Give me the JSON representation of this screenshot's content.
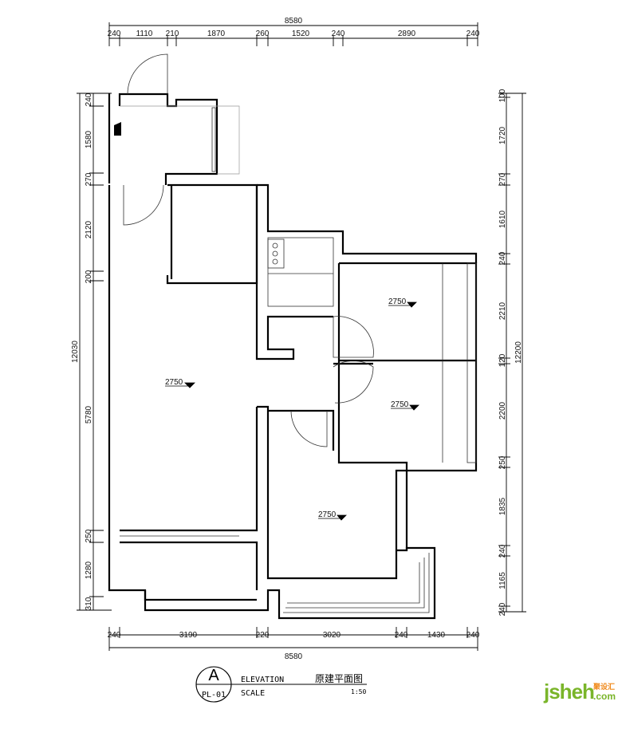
{
  "dimensions": {
    "top_total": "8580",
    "top": [
      "240",
      "1110",
      "210",
      "1870",
      "260",
      "1520",
      "240",
      "2890",
      "240"
    ],
    "bottom_total": "8580",
    "bottom": [
      "240",
      "3190",
      "220",
      "3020",
      "240",
      "1430",
      "240"
    ],
    "left_total": "12030",
    "left": [
      "240",
      "1580",
      "270",
      "2120",
      "200",
      "5780",
      "250",
      "1280",
      "310"
    ],
    "right_total": "12200",
    "right": [
      "100",
      "1720",
      "270",
      "1610",
      "240",
      "2210",
      "120",
      "2200",
      "250",
      "1835",
      "240",
      "1165",
      "240"
    ]
  },
  "levels": [
    "2750",
    "2750",
    "2750",
    "2750"
  ],
  "title_block": {
    "symbol_letter": "A",
    "sheet": "PL-01",
    "elevation_label": "ELEVATION",
    "title": "原建平面图",
    "scale_label": "SCALE",
    "scale": "1:50"
  },
  "watermark": {
    "brand": "jsheh",
    "domain": ".com",
    "chinese": "聚设汇"
  },
  "colors": {
    "logo_green": "#7ab52a",
    "logo_orange": "#f08a1c"
  }
}
